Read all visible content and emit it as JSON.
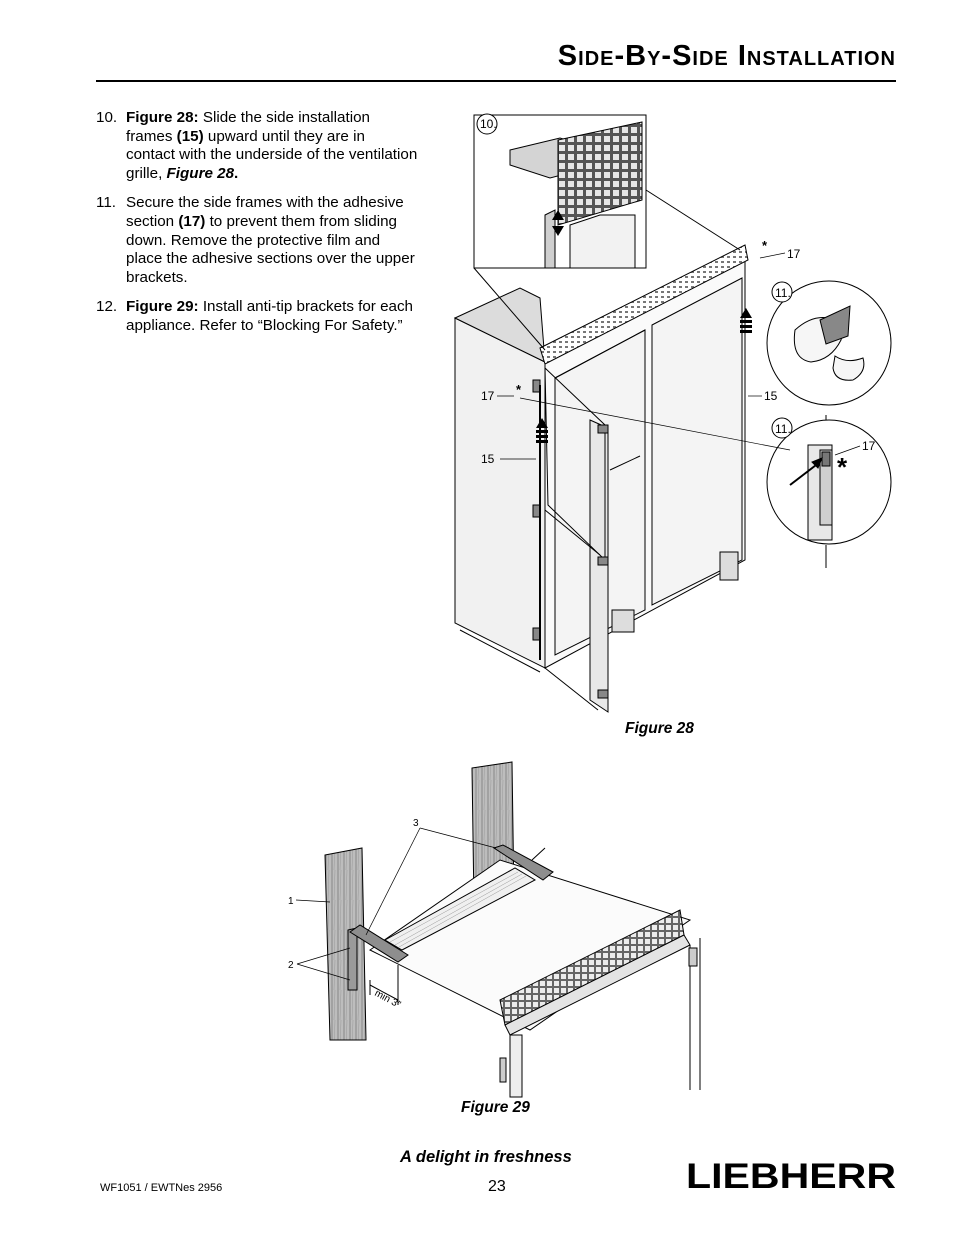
{
  "page": {
    "title": "Side-By-Side Installation",
    "tagline": "A delight in freshness",
    "page_number": "23",
    "doc_id": "WF1051 / EWTNes 2956",
    "brand": "LIEBHERR"
  },
  "steps": [
    {
      "num": "10.",
      "lead": "Figure 28:",
      "t1": " Slide the side installation frames ",
      "b1": "(15)",
      "t2": " upward until they are in contact with the underside of the ventilation grille, ",
      "ref": "Figure 28",
      "t3": "."
    },
    {
      "num": "11.",
      "t1": "Secure the side frames with the adhesive section ",
      "b1": "(17)",
      "t2": " to prevent them from sliding down. Remove the protective film and place the adhesive sections over the upper brackets."
    },
    {
      "num": "12.",
      "lead": "Figure 29:",
      "t1": " Install anti-tip brackets for each appliance. Refer to “Blocking For Safety.”"
    }
  ],
  "figure28": {
    "caption": "Figure 28",
    "callouts": {
      "c10": "10.",
      "c11a": "11.",
      "c11b": "11.",
      "c17": "17",
      "c15": "15",
      "star": "*"
    }
  },
  "figure29": {
    "caption": "Figure 29",
    "callouts": {
      "c1": "1",
      "c2": "2",
      "c3": "3",
      "min": "min 3”"
    }
  }
}
